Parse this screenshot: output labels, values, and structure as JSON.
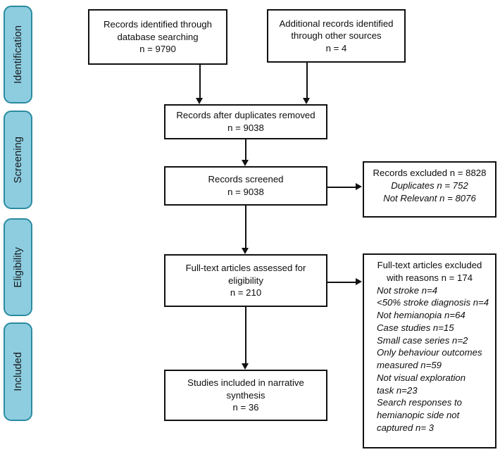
{
  "diagram": {
    "type": "prisma-flow-diagram",
    "accent_color": "#8ecde0",
    "accent_border_color": "#2a8ba0",
    "line_color": "#111111",
    "background_color": "#ffffff"
  },
  "stages": [
    {
      "label": "Identification"
    },
    {
      "label": "Screening"
    },
    {
      "label": "Eligibility"
    },
    {
      "label": "Included"
    }
  ],
  "boxes": {
    "identified_database": {
      "line1": "Records identified through",
      "line2": "database searching",
      "line3": "n = 9790"
    },
    "identified_other": {
      "line1": "Additional records identified",
      "line2": "through other sources",
      "line3": "n = 4"
    },
    "after_duplicates": {
      "line1": "Records after duplicates removed",
      "line2": "n = 9038"
    },
    "screened": {
      "line1": "Records screened",
      "line2": "n = 9038"
    },
    "records_excluded": {
      "heading": "Records excluded n = 8828",
      "reasons": [
        "Duplicates n = 752",
        "Not Relevant n = 8076"
      ]
    },
    "fulltext_assessed": {
      "line1": "Full-text articles assessed for",
      "line2": "eligibility",
      "line3": "n = 210"
    },
    "fulltext_excluded": {
      "heading_line1": "Full-text articles excluded",
      "heading_line2": "with reasons n = 174",
      "reasons": [
        "Not stroke n=4",
        "<50% stroke diagnosis n=4",
        "Not hemianopia n=64",
        "Case studies n=15",
        "Small case series n=2",
        "Only behaviour outcomes",
        "measured n=59",
        "Not visual exploration",
        "task n=23",
        "Search responses to",
        "hemianopic side not",
        "captured n= 3"
      ]
    },
    "included_studies": {
      "line1": "Studies included in narrative",
      "line2": "synthesis",
      "line3": "n = 36"
    }
  }
}
